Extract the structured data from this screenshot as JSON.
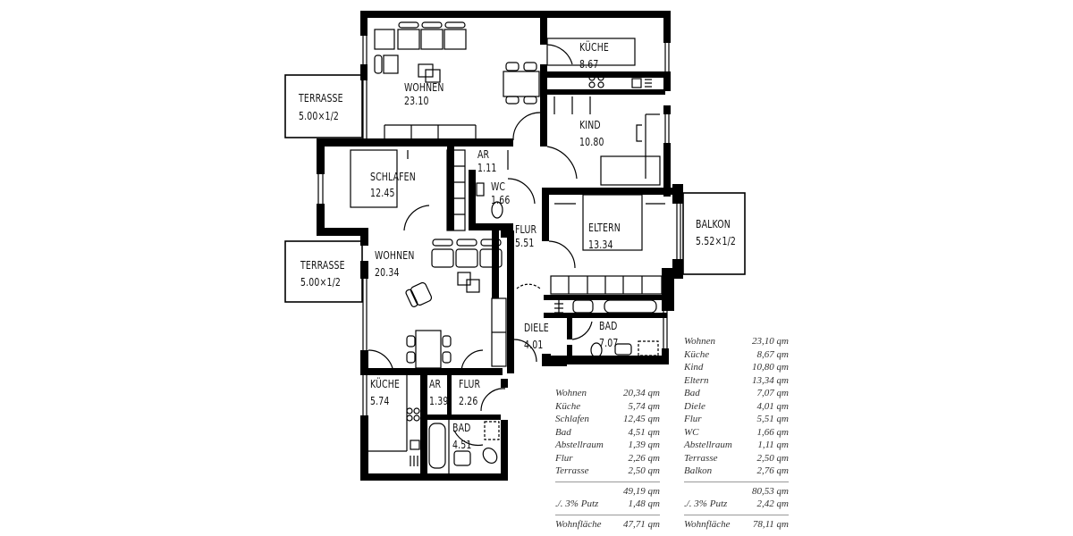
{
  "floor_plan": {
    "upper_unit": {
      "rooms": [
        {
          "id": "wohnen",
          "name": "WOHNEN",
          "area": "23.10"
        },
        {
          "id": "kueche",
          "name": "KÜCHE",
          "area": "8.67"
        },
        {
          "id": "kind",
          "name": "KIND",
          "area": "10.80"
        },
        {
          "id": "eltern",
          "name": "ELTERN",
          "area": "13.34"
        },
        {
          "id": "schlafen",
          "name": "SCHLAFEN",
          "area": "12.45"
        },
        {
          "id": "ar",
          "name": "AR",
          "area": "1.11"
        },
        {
          "id": "wc",
          "name": "WC",
          "area": "1.66"
        },
        {
          "id": "flur",
          "name": "FLUR",
          "area": "5.51"
        },
        {
          "id": "diele",
          "name": "DIELE",
          "area": "4.01"
        },
        {
          "id": "bad",
          "name": "BAD",
          "area": "7.07"
        },
        {
          "id": "terrasse",
          "name": "TERRASSE",
          "area": "5.00×1/2"
        },
        {
          "id": "balkon",
          "name": "BALKON",
          "area": "5.52×1/2"
        }
      ]
    },
    "lower_unit": {
      "rooms": [
        {
          "id": "wohnen",
          "name": "WOHNEN",
          "area": "20.34"
        },
        {
          "id": "kueche",
          "name": "KÜCHE",
          "area": "5.74"
        },
        {
          "id": "ar",
          "name": "AR",
          "area": "1.39"
        },
        {
          "id": "flur",
          "name": "FLUR",
          "area": "2.26"
        },
        {
          "id": "bad",
          "name": "BAD",
          "area": "4.51"
        },
        {
          "id": "terrasse",
          "name": "TERRASSE",
          "area": "5.00×1/2"
        }
      ]
    }
  },
  "area_table_small": {
    "rows": [
      {
        "label": "Wohnen",
        "value": "20,34 qm"
      },
      {
        "label": "Küche",
        "value": "5,74 qm"
      },
      {
        "label": "Schlafen",
        "value": "12,45 qm"
      },
      {
        "label": "Bad",
        "value": "4,51 qm"
      },
      {
        "label": "Abstellraum",
        "value": "1,39 qm"
      },
      {
        "label": "Flur",
        "value": "2,26 qm"
      },
      {
        "label": "Terrasse",
        "value": "2,50 qm"
      }
    ],
    "subtotal": "49,19 qm",
    "deduction_label": "./. 3% Putz",
    "deduction_value": "1,48 qm",
    "total_label": "Wohnfläche",
    "total_value": "47,71 qm"
  },
  "area_table_large": {
    "rows": [
      {
        "label": "Wohnen",
        "value": "23,10 qm"
      },
      {
        "label": "Küche",
        "value": "8,67 qm"
      },
      {
        "label": "Kind",
        "value": "10,80 qm"
      },
      {
        "label": "Eltern",
        "value": "13,34 qm"
      },
      {
        "label": "Bad",
        "value": "7,07 qm"
      },
      {
        "label": "Diele",
        "value": "4,01 qm"
      },
      {
        "label": "Flur",
        "value": "5,51 qm"
      },
      {
        "label": "WC",
        "value": "1,66 qm"
      },
      {
        "label": "Abstellraum",
        "value": "1,11 qm"
      },
      {
        "label": "Terrasse",
        "value": "2,50 qm"
      },
      {
        "label": "Balkon",
        "value": "2,76 qm"
      }
    ],
    "subtotal": "80,53 qm",
    "deduction_label": "./. 3% Putz",
    "deduction_value": "2,42 qm",
    "total_label": "Wohnfläche",
    "total_value": "78,11 qm"
  }
}
